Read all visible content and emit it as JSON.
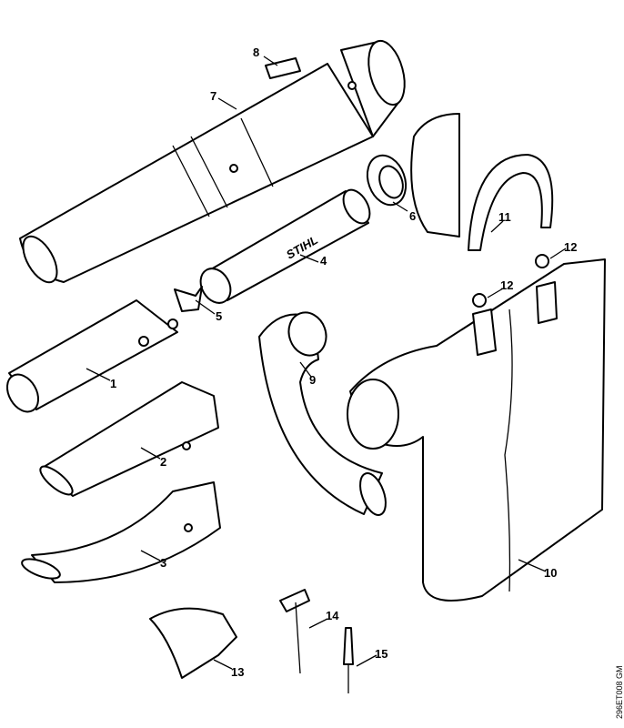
{
  "diagram": {
    "callouts": [
      {
        "id": "label-1",
        "text": "1"
      },
      {
        "id": "label-2",
        "text": "2"
      },
      {
        "id": "label-3",
        "text": "3"
      },
      {
        "id": "label-4",
        "text": "4"
      },
      {
        "id": "label-5",
        "text": "5"
      },
      {
        "id": "label-6",
        "text": "6"
      },
      {
        "id": "label-7",
        "text": "7"
      },
      {
        "id": "label-8",
        "text": "8"
      },
      {
        "id": "label-9",
        "text": "9"
      },
      {
        "id": "label-10",
        "text": "10"
      },
      {
        "id": "label-11",
        "text": "11"
      },
      {
        "id": "label-12a",
        "text": "12"
      },
      {
        "id": "label-12b",
        "text": "12"
      },
      {
        "id": "label-13",
        "text": "13"
      },
      {
        "id": "label-14",
        "text": "14"
      },
      {
        "id": "label-15",
        "text": "15"
      }
    ],
    "brand_logo_text": "STIHL",
    "drawing_code": "296ET008 GM"
  }
}
